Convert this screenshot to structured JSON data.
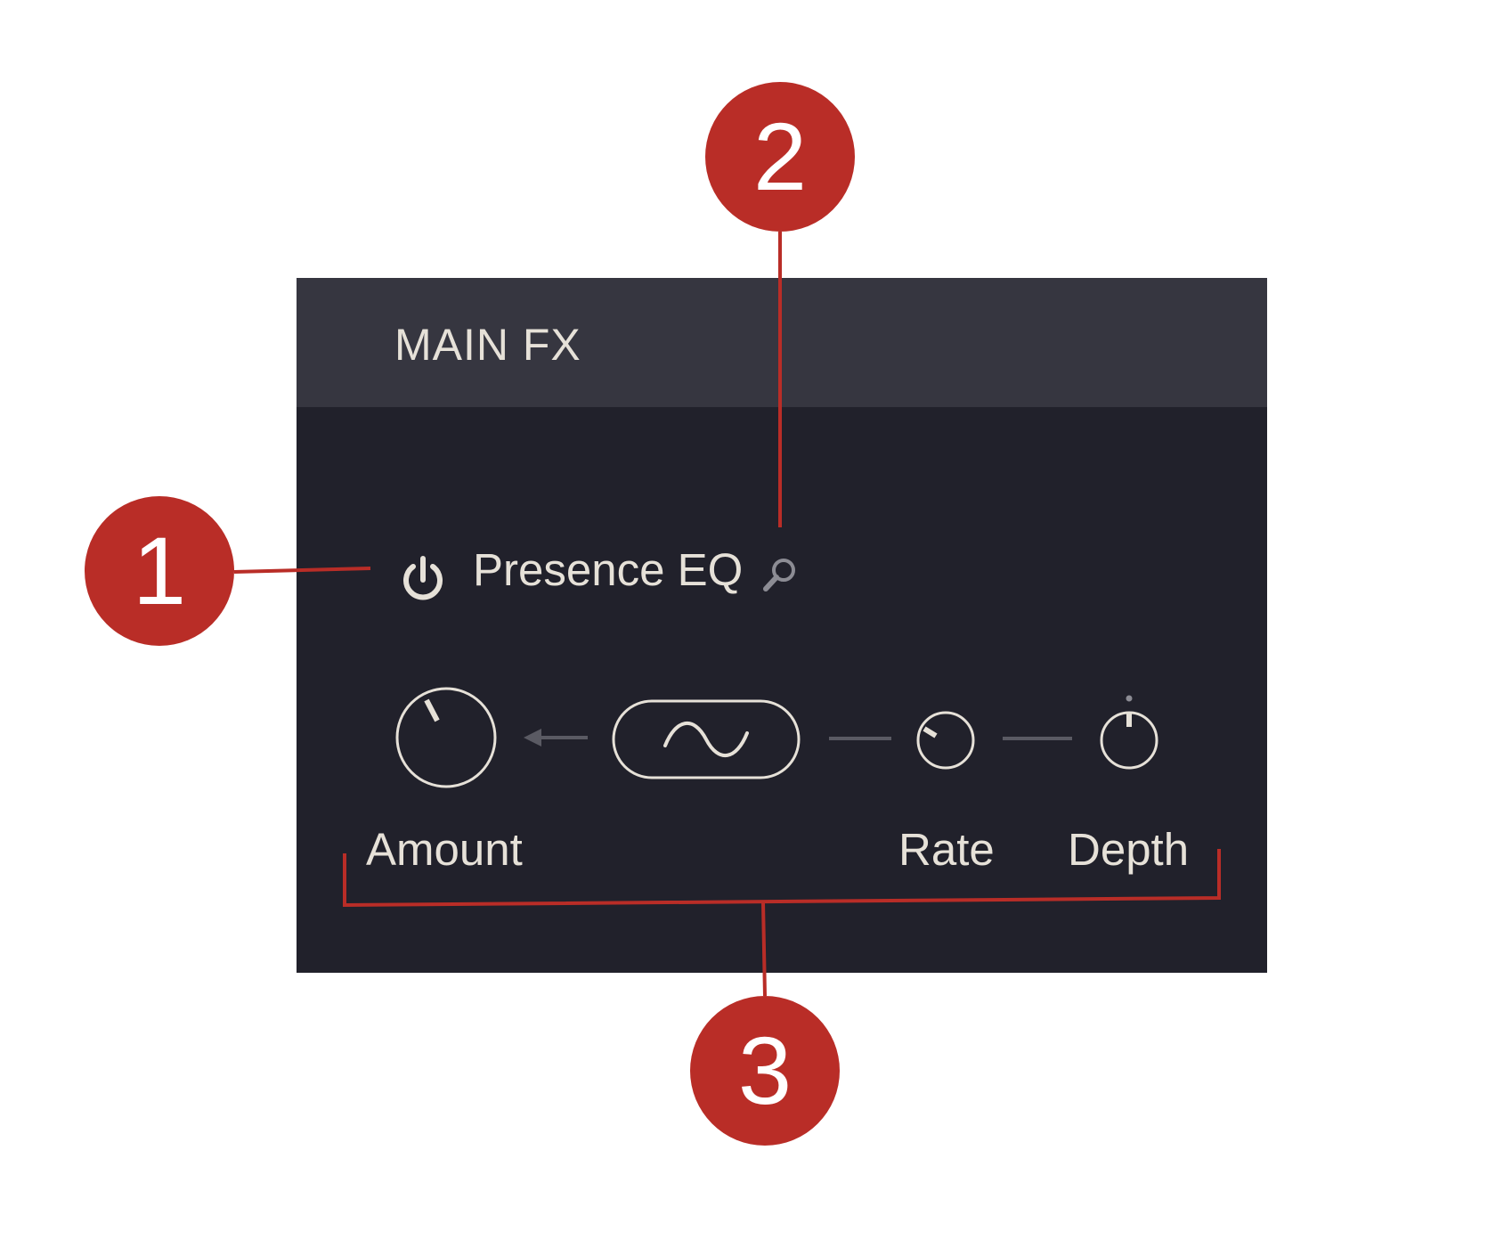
{
  "panel": {
    "title": "MAIN FX",
    "effect_name": "Presence EQ",
    "controls": {
      "amount_label": "Amount",
      "rate_label": "Rate",
      "depth_label": "Depth"
    }
  },
  "callouts": {
    "c1": "1",
    "c2": "2",
    "c3": "3"
  },
  "colors": {
    "panel_bg": "#21212b",
    "header_bg": "#363640",
    "text": "#e6e1d8",
    "callout": "#b92d27",
    "connector": "#5a5a63"
  },
  "icons": {
    "power": "power-icon",
    "search": "search-icon",
    "arrow": "arrow-left-icon",
    "lfo": "sine-wave-icon"
  }
}
